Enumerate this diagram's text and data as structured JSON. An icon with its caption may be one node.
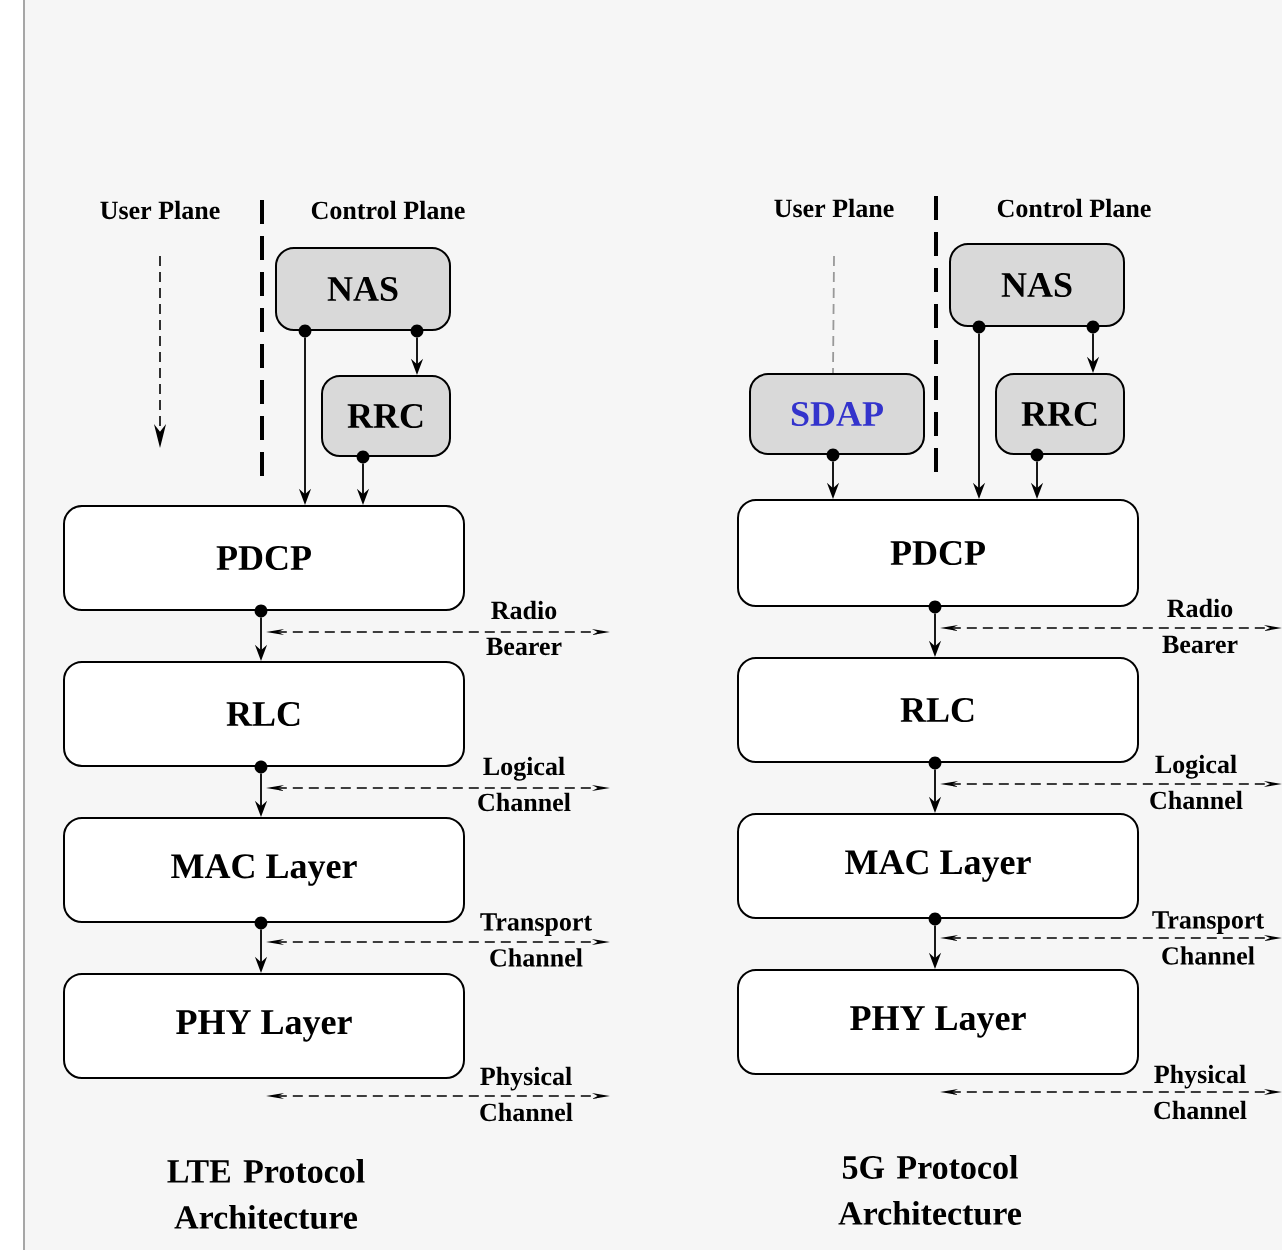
{
  "diagram": {
    "nodes": [
      {
        "text": [
          "NAS"
        ]
      },
      {
        "text": [
          "RRC"
        ]
      },
      {
        "text": [
          "PDCP"
        ]
      },
      {
        "text": [
          "RLC"
        ]
      },
      {
        "text": [
          "MAC Layer"
        ]
      },
      {
        "text": [
          "PHY Layer"
        ]
      },
      {
        "text": [
          "NAS"
        ]
      },
      {
        "text": [
          "SDAP"
        ]
      },
      {
        "text": [
          "RRC"
        ]
      },
      {
        "text": [
          "PDCP"
        ]
      },
      {
        "text": [
          "RLC"
        ]
      },
      {
        "text": [
          "MAC Layer"
        ]
      },
      {
        "text": [
          "PHY Layer"
        ]
      }
    ],
    "edges": [
      {
        "from": 0,
        "to": 1,
        "arrow": "to"
      },
      {
        "from": 0,
        "to": 2,
        "arrow": "to"
      },
      {
        "from": 1,
        "to": 2,
        "arrow": "to"
      },
      {
        "from": 2,
        "to": 3,
        "arrow": "to"
      },
      {
        "from": 3,
        "to": 4,
        "arrow": "to"
      },
      {
        "from": 4,
        "to": 5,
        "arrow": "to"
      },
      {
        "from": 6,
        "to": 8,
        "arrow": "to"
      },
      {
        "from": 6,
        "to": 9,
        "arrow": "to"
      },
      {
        "from": 8,
        "to": 9,
        "arrow": "to"
      },
      {
        "from": 7,
        "to": 9,
        "arrow": "to"
      },
      {
        "from": 9,
        "to": 10,
        "arrow": "to"
      },
      {
        "from": 10,
        "to": 11,
        "arrow": "to"
      },
      {
        "from": 11,
        "to": 12,
        "arrow": "to"
      },
      {
        "from": null,
        "to": 7,
        "arrow": "none",
        "style": "dashed",
        "color": "#999999"
      }
    ],
    "labels": [
      "User Plane",
      "Control Plane",
      "User Plane",
      "Control Plane",
      "Radio Bearer",
      "Radio Bearer",
      "Logical Channel",
      "Logical Channel",
      "Transport Channel",
      "Transport Channel",
      "Physical Channel",
      "Physical Channel",
      "LTE Protocol Architecture",
      "5G Protocol Architecture"
    ]
  }
}
